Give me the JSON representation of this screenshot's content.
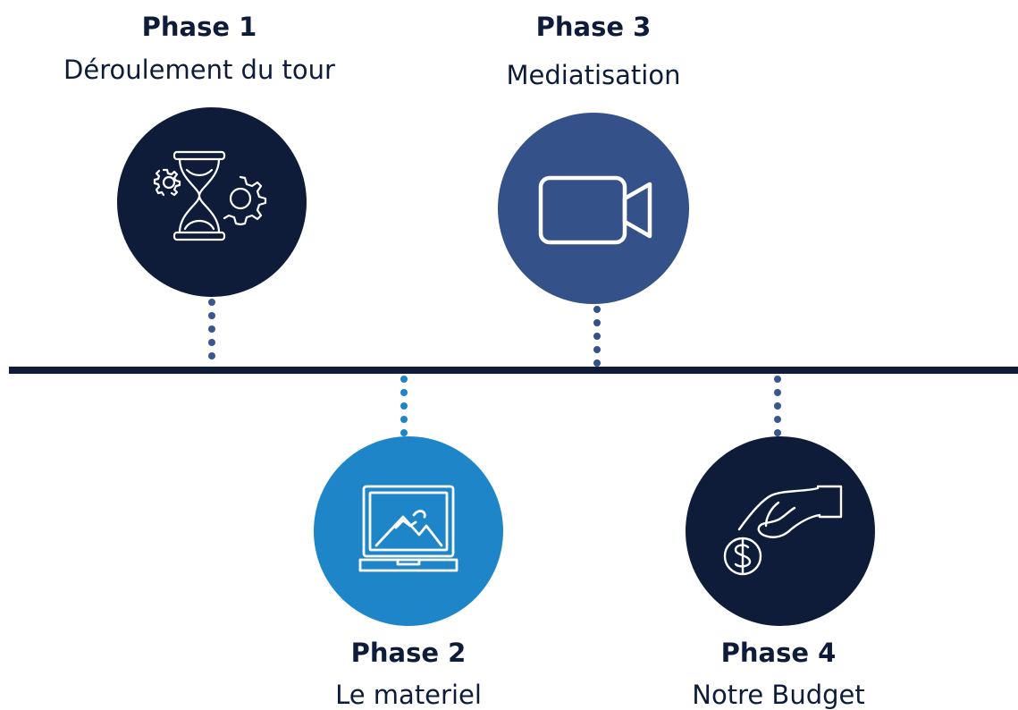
{
  "colors": {
    "navy": "#0e1c3a",
    "indigo": "#34518a",
    "blue": "#1e86c8",
    "line": "#0e1c3a"
  },
  "phases": [
    {
      "title": "Phase 1",
      "subtitle": "Déroulement du tour",
      "icon": "hourglass-gears-icon",
      "color": "#0e1c3a",
      "dot_color": "#3a5590"
    },
    {
      "title": "Phase 2",
      "subtitle": "Le materiel",
      "icon": "laptop-image-icon",
      "color": "#1e86c8",
      "dot_color": "#1e86c8"
    },
    {
      "title": "Phase 3",
      "subtitle": "Mediatisation",
      "icon": "video-camera-icon",
      "color": "#34518a",
      "dot_color": "#34518a"
    },
    {
      "title": "Phase 4",
      "subtitle": "Notre Budget",
      "icon": "hand-coin-icon",
      "color": "#0e1c3a",
      "dot_color": "#3a5590"
    }
  ]
}
